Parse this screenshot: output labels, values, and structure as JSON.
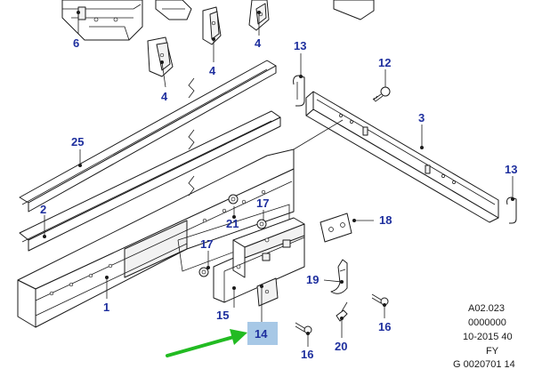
{
  "diagram": {
    "callouts": {
      "c1": "1",
      "c2": "2",
      "c3": "3",
      "c4a": "4",
      "c4b": "4",
      "c4c": "4",
      "c6": "6",
      "c12": "12",
      "c13a": "13",
      "c13b": "13",
      "c14": "14",
      "c15": "15",
      "c16a": "16",
      "c16b": "16",
      "c17a": "17",
      "c17b": "17",
      "c18": "18",
      "c19": "19",
      "c20": "20",
      "c21": "21",
      "c25": "25"
    },
    "highlighted_callout": "14",
    "highlight_color": "#a7c8e6",
    "arrow_color": "#22bb22",
    "callout_color": "#1e2f9e"
  },
  "reference_block": {
    "lines": [
      "A02.023",
      "0000000",
      "10-2015 40",
      "FY",
      "G 0020701 14"
    ]
  }
}
